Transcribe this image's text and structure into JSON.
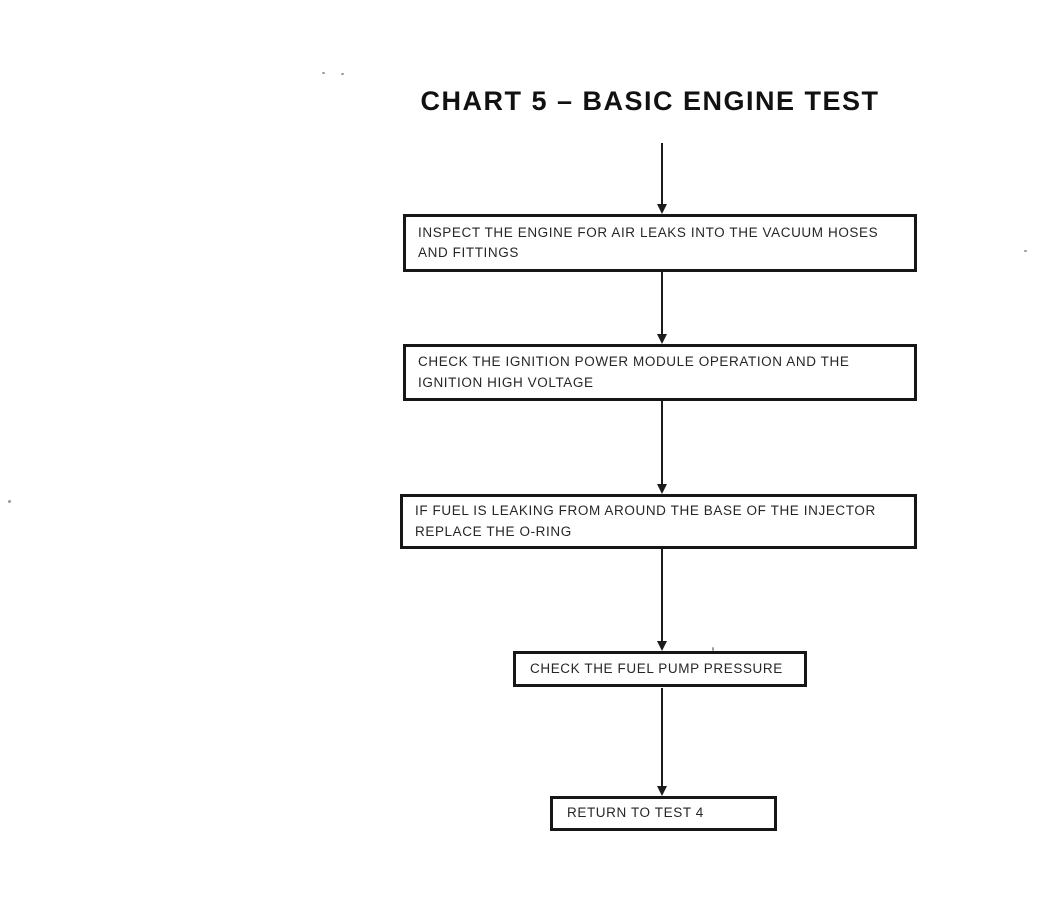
{
  "title": "CHART 5  –  BASIC ENGINE TEST",
  "flowchart": {
    "nodes": [
      {
        "id": "inspect-air-leaks",
        "label": "INSPECT THE ENGINE FOR AIR LEAKS INTO THE VACUUM HOSES AND FITTINGS"
      },
      {
        "id": "check-ignition",
        "label": "CHECK THE IGNITION POWER MODULE OPERATION AND THE IGNITION HIGH VOLTAGE"
      },
      {
        "id": "fuel-leak-oring",
        "label": "IF FUEL IS LEAKING FROM AROUND THE BASE OF THE INJECTOR REPLACE THE O-RING"
      },
      {
        "id": "check-fuel-pump",
        "label": "CHECK THE FUEL PUMP PRESSURE"
      },
      {
        "id": "return-to-test",
        "label": "RETURN TO TEST 4"
      }
    ],
    "connections": [
      {
        "from": "title",
        "to": "inspect-air-leaks"
      },
      {
        "from": "inspect-air-leaks",
        "to": "check-ignition"
      },
      {
        "from": "check-ignition",
        "to": "fuel-leak-oring"
      },
      {
        "from": "fuel-leak-oring",
        "to": "check-fuel-pump"
      },
      {
        "from": "check-fuel-pump",
        "to": "return-to-test"
      }
    ]
  },
  "colors": {
    "ink": "#1c1c1c",
    "background": "#ffffff"
  }
}
